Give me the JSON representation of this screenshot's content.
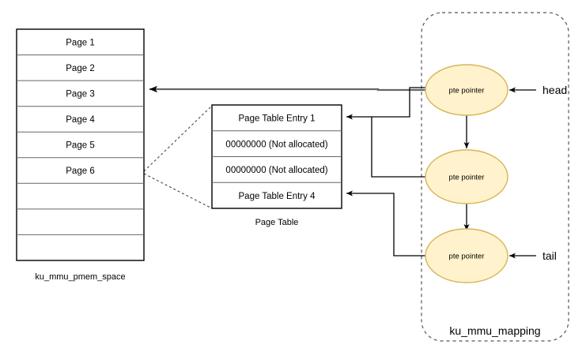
{
  "diagram": {
    "title_hidden": "ku_mmu memory mapping diagram",
    "pmem": {
      "caption": "ku_mmu_pmem_space",
      "rows": [
        {
          "label": "Page 1"
        },
        {
          "label": "Page 2"
        },
        {
          "label": "Page 3"
        },
        {
          "label": "Page 4"
        },
        {
          "label": "Page 5"
        },
        {
          "label": "Page 6"
        },
        {
          "label": ""
        },
        {
          "label": ""
        },
        {
          "label": ""
        }
      ]
    },
    "page_table": {
      "caption": "Page Table",
      "rows": [
        {
          "label": "Page Table Entry 1"
        },
        {
          "label": "00000000 (Not allocated)"
        },
        {
          "label": "00000000 (Not allocated)"
        },
        {
          "label": "Page Table Entry 4"
        }
      ]
    },
    "mapping": {
      "caption": "ku_mmu_mapping",
      "nodes": [
        {
          "label": "pte pointer"
        },
        {
          "label": "pte pointer"
        },
        {
          "label": "pte pointer"
        }
      ],
      "endpoints": [
        {
          "label": "head"
        },
        {
          "label": "tail"
        }
      ]
    },
    "colors": {
      "node_fill": "#FFF2CC",
      "node_stroke": "#D6B656",
      "box_stroke": "#000000",
      "row_divider": "#666666",
      "connector_dark": "#000000",
      "connector_gray": "#666666",
      "container_stroke": "#555555"
    }
  }
}
